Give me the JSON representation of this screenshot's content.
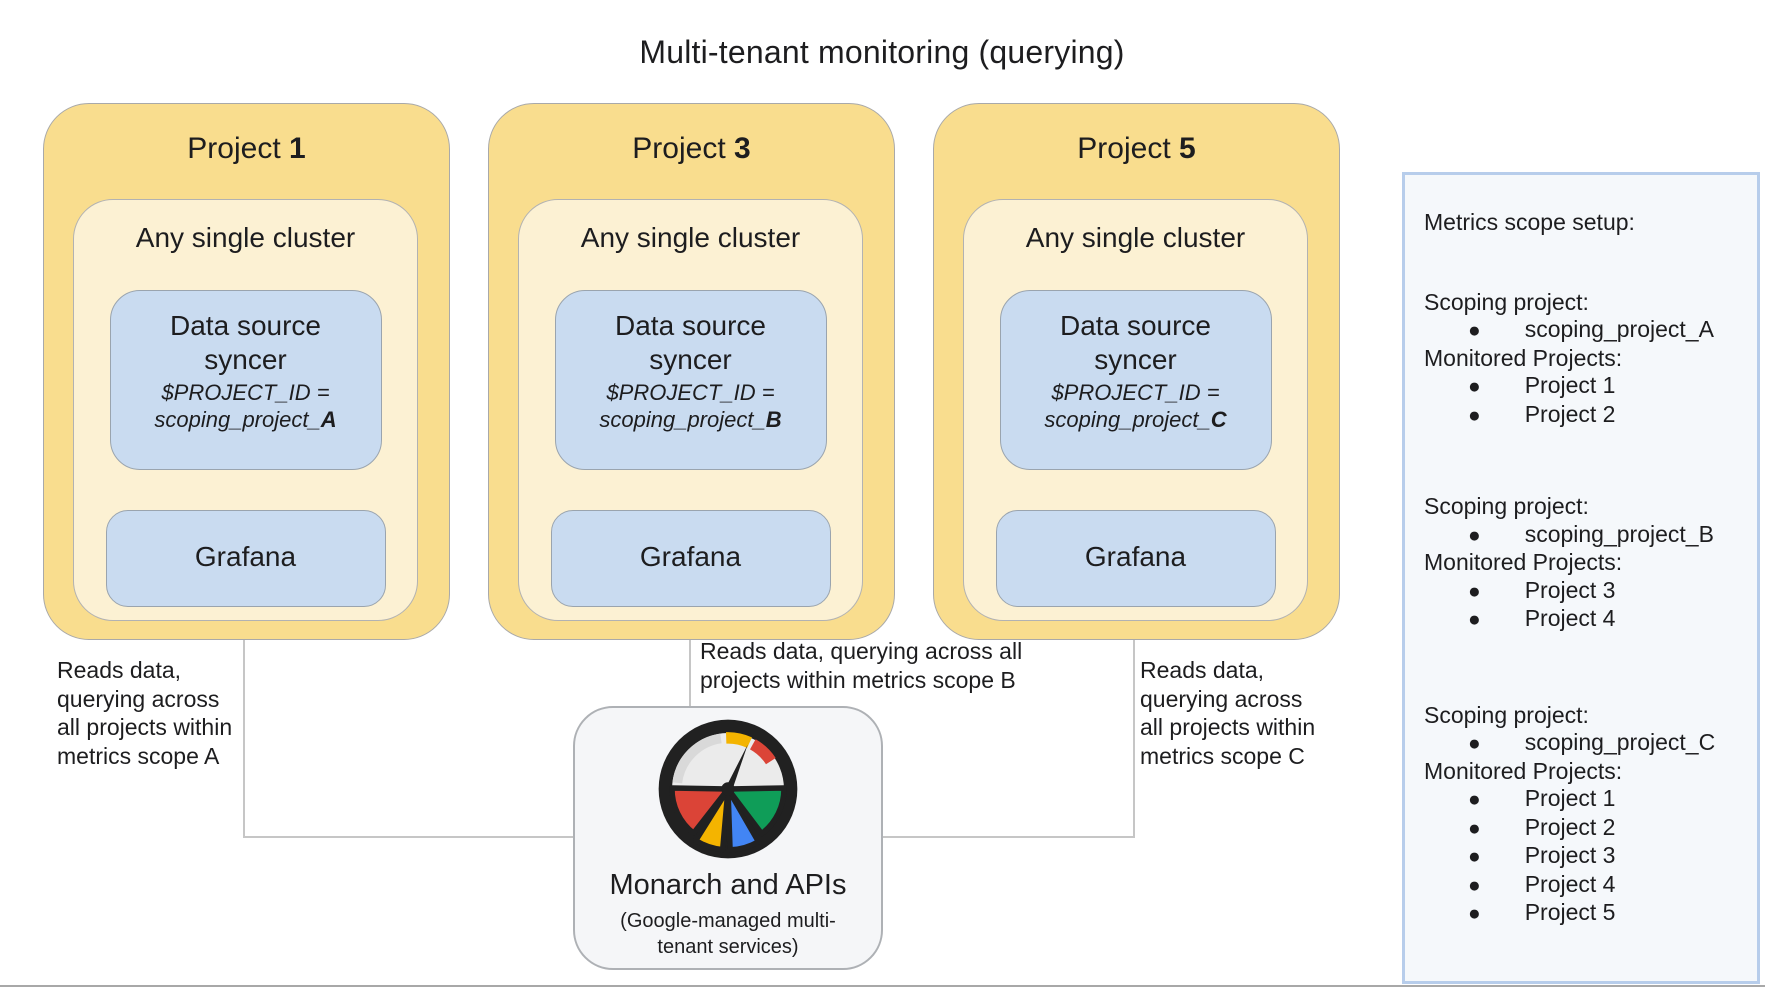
{
  "title": "Multi-tenant monitoring (querying)",
  "projects": [
    {
      "label_prefix": "Project ",
      "label_number": "1",
      "cluster_label": "Any single cluster",
      "syncer_title_line1": "Data source",
      "syncer_title_line2": "syncer",
      "syncer_var_line": "$PROJECT_ID =",
      "syncer_value_prefix": "scoping_project_",
      "syncer_value_letter": "A",
      "grafana_label": "Grafana"
    },
    {
      "label_prefix": "Project ",
      "label_number": "3",
      "cluster_label": "Any single cluster",
      "syncer_title_line1": "Data source",
      "syncer_title_line2": "syncer",
      "syncer_var_line": "$PROJECT_ID =",
      "syncer_value_prefix": "scoping_project_",
      "syncer_value_letter": "B",
      "grafana_label": "Grafana"
    },
    {
      "label_prefix": "Project ",
      "label_number": "5",
      "cluster_label": "Any single cluster",
      "syncer_title_line1": "Data source",
      "syncer_title_line2": "syncer",
      "syncer_var_line": "$PROJECT_ID =",
      "syncer_value_prefix": "scoping_project_",
      "syncer_value_letter": "C",
      "grafana_label": "Grafana"
    }
  ],
  "flow_labels": {
    "left": "Reads data, querying across all projects within metrics scope A",
    "middle": "Reads data, querying across all projects within metrics scope B",
    "right": "Reads data, querying across all projects within metrics scope C"
  },
  "monarch": {
    "title": "Monarch and APIs",
    "subtitle": "(Google-managed multi-tenant services)",
    "icon": "cloud-monitoring-gauge-icon"
  },
  "sidebar": {
    "heading": "Metrics scope setup:",
    "sections": [
      {
        "scoping_label": "Scoping project:",
        "scoping_project": "scoping_project_A",
        "monitored_label": "Monitored Projects:",
        "monitored_projects": [
          "Project 1",
          "Project 2"
        ]
      },
      {
        "scoping_label": "Scoping project:",
        "scoping_project": "scoping_project_B",
        "monitored_label": "Monitored Projects:",
        "monitored_projects": [
          "Project 3",
          "Project 4"
        ]
      },
      {
        "scoping_label": "Scoping project:",
        "scoping_project": "scoping_project_C",
        "monitored_label": "Monitored Projects:",
        "monitored_projects": [
          "Project 1",
          "Project 2",
          "Project 3",
          "Project 4",
          "Project 5"
        ]
      }
    ]
  },
  "colors": {
    "project_box_fill": "#F9DD8E",
    "cluster_box_fill": "#FCF1D3",
    "component_box_fill": "#C9DBF0",
    "monarch_box_fill": "#F5F6F8",
    "sidebar_fill": "#F5F8FB",
    "sidebar_border": "#B7CDEB",
    "connector": "#C6C6C6",
    "icon_ring": "#212121",
    "icon_face": "#EBEBEB",
    "icon_red": "#DB4437",
    "icon_yellow": "#F4B400",
    "icon_green": "#0F9D58",
    "icon_blue": "#4285F4"
  }
}
